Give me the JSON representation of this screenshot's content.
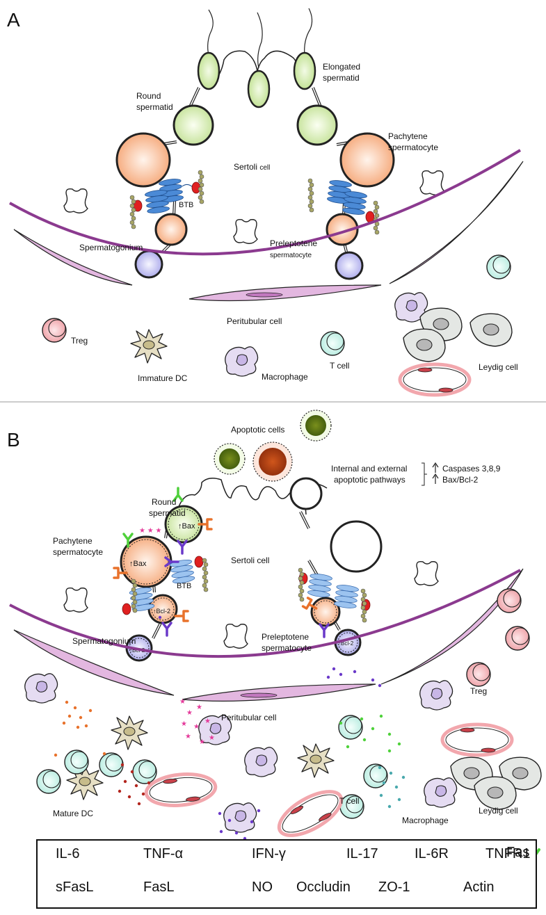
{
  "panelA": {
    "letter": "A",
    "labels": {
      "round_spermatid": [
        "Round",
        "spermatid"
      ],
      "elongated_spermatid": [
        "Elongated",
        "spermatid"
      ],
      "pachytene": [
        "Pachytene",
        "spermatocyte"
      ],
      "sertoli": [
        "Sertoli",
        "cell"
      ],
      "btb": "BTB",
      "spermatogonium": "Spermatogonium",
      "preleptotene": [
        "Preleptotene",
        "spermatocyte"
      ],
      "peritubular": "Peritubular cell",
      "treg": "Treg",
      "immature_dc": "Immature DC",
      "macrophage": "Macrophage",
      "t_cell": "T cell",
      "leydig": "Leydig cell"
    }
  },
  "panelB": {
    "letter": "B",
    "labels": {
      "apoptotic": "Apoptotic cells",
      "pathways": [
        "Internal and external",
        "apoptotic pathways"
      ],
      "caspases": "Caspases 3,8,9",
      "baxbcl": "Bax/Bcl-2",
      "round_spermatid": [
        "Round",
        "spermatid"
      ],
      "pachytene": [
        "Pachytene",
        "spermatocyte"
      ],
      "sertoli": "Sertoli cell",
      "bax": "Bax",
      "btb": "BTB",
      "bcl2": "Bcl-2",
      "spermatogonium": "Spermatogonium",
      "preleptotene": [
        "Preleptotene",
        "spermatocyte"
      ],
      "peritubular": "Peritubular cell",
      "treg": "Treg",
      "mature_dc": "Mature DC",
      "t_cell": "T cell",
      "macrophage": "Macrophage",
      "leydig": "Leydig cell"
    }
  },
  "legend": {
    "il6": "IL-6",
    "tnfa": "TNF-α",
    "ifng": "IFN-γ",
    "il17": "IL-17",
    "il6r": "IL-6R",
    "tnfr1": "TNFR1",
    "fas": "Fas",
    "sfasl": "sFasL",
    "fasl": "FasL",
    "no": "NO",
    "occludin": "Occludin",
    "zo1": "ZO-1",
    "actin": "Actin"
  },
  "colors": {
    "purple_membrane": "#8b3a8f",
    "peritubular_fill": "#e3b7e0",
    "round_green": "#cfe8a6",
    "pachytene_orange": "#f7b98e",
    "spermatogonium_blue": "#b9b8ee",
    "il6": "#6a39c9",
    "tnf": "#e8722c",
    "ifn": "#b3261e",
    "il17": "#4aa9ad",
    "sfasl": "#4fd13b",
    "no": "#e43a9a",
    "occludin": "#4b8ad6",
    "zo1": "#e02020",
    "actin": "#9a9a52",
    "teal_cell": "#c6f0e8",
    "treg": "#f3b4b8",
    "dc": "#e6dfc4",
    "macrophage": "#e5dcf2",
    "leydig": "#e4e7e4"
  }
}
